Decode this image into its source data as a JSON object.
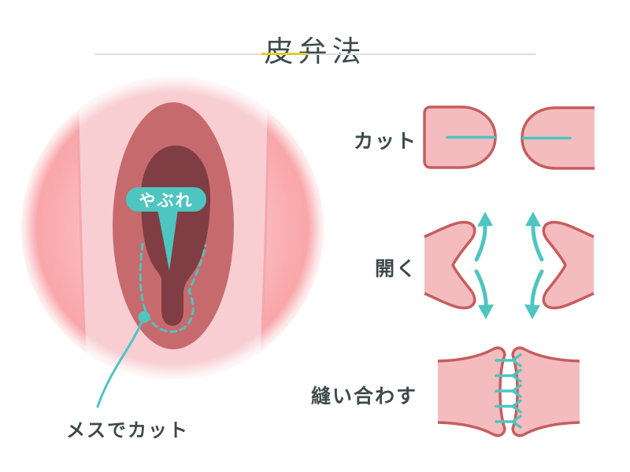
{
  "header": {
    "title": "皮弁法"
  },
  "left_figure": {
    "callout_label": "やぶれ",
    "pointer_label": "メスでカット"
  },
  "steps": [
    {
      "id": "cut",
      "label": "カット"
    },
    {
      "id": "open",
      "label": "開く"
    },
    {
      "id": "suture",
      "label": "縫い合わす"
    }
  ],
  "colors": {
    "teal_accent": "#4ec5c0",
    "flap_fill": "#f4bcbf",
    "flap_stroke": "#c75d5d",
    "skin_outer": "#f8a3a7",
    "skin_band": "#f8ced2",
    "tissue_oval": "#c76a6e",
    "wound_dark": "#803d43",
    "text": "#3d4a4a",
    "divider_gray": "#dcdcdc",
    "divider_yellow": "#e0cb36",
    "callout_text": "#ffffff"
  }
}
